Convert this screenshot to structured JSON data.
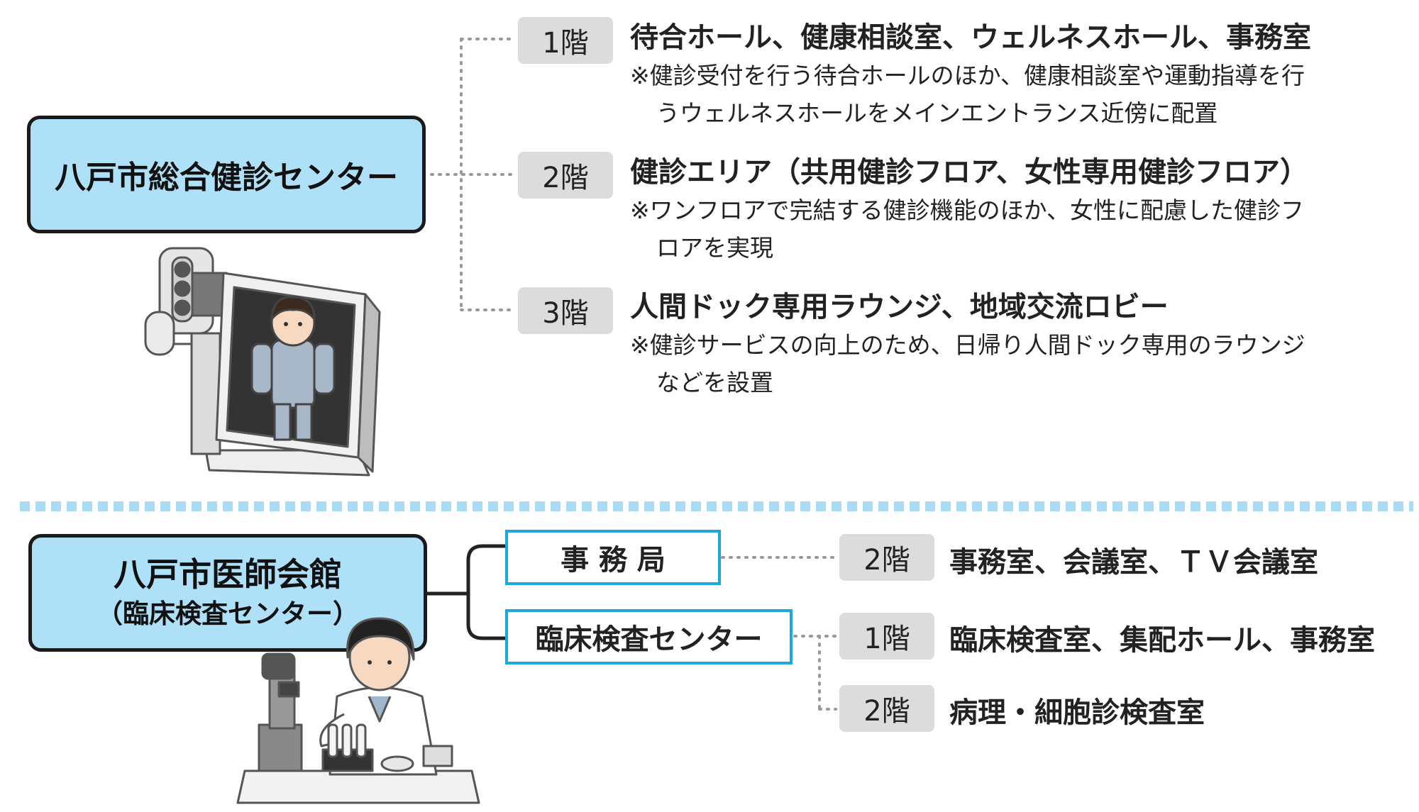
{
  "top": {
    "center_name": "八戸市総合健診センター",
    "floors": [
      {
        "floor": "1階",
        "heading": "待合ホール、健康相談室、ウェルネスホール、事務室",
        "note_line1": "※健診受付を行う待合ホールのほか、健康相談室や運動指導を行",
        "note_line2": "うウェルネスホールをメインエントランス近傍に配置"
      },
      {
        "floor": "2階",
        "heading": "健診エリア（共用健診フロア、女性専用健診フロア）",
        "note_line1": "※ワンフロアで完結する健診機能のほか、女性に配慮した健診フ",
        "note_line2": "ロアを実現"
      },
      {
        "floor": "3階",
        "heading": "人間ドック専用ラウンジ、地域交流ロビー",
        "note_line1": "※健診サービスの向上のため、日帰り人間ドック専用のラウンジ",
        "note_line2": "などを設置"
      }
    ]
  },
  "bottom": {
    "center_name_line1": "八戸市医師会館",
    "center_name_line2": "（臨床検査センター）",
    "departments": [
      {
        "name": "事 務 局",
        "floors": [
          {
            "floor": "2階",
            "rooms": "事務室、会議室、ＴＶ会議室"
          }
        ]
      },
      {
        "name": "臨床検査センター",
        "floors": [
          {
            "floor": "1階",
            "rooms": "臨床検査室、集配ホール、事務室"
          },
          {
            "floor": "2階",
            "rooms": "病理・細胞診検査室"
          }
        ]
      }
    ]
  },
  "colors": {
    "main_box_fill": "#aee0f7",
    "sub_box_border": "#1fa6dc",
    "floor_badge": "#dcdcdc",
    "divider": "#a9dcf3"
  },
  "illustrations": [
    "x-ray-machine-illustration",
    "lab-technician-microscope-illustration"
  ]
}
